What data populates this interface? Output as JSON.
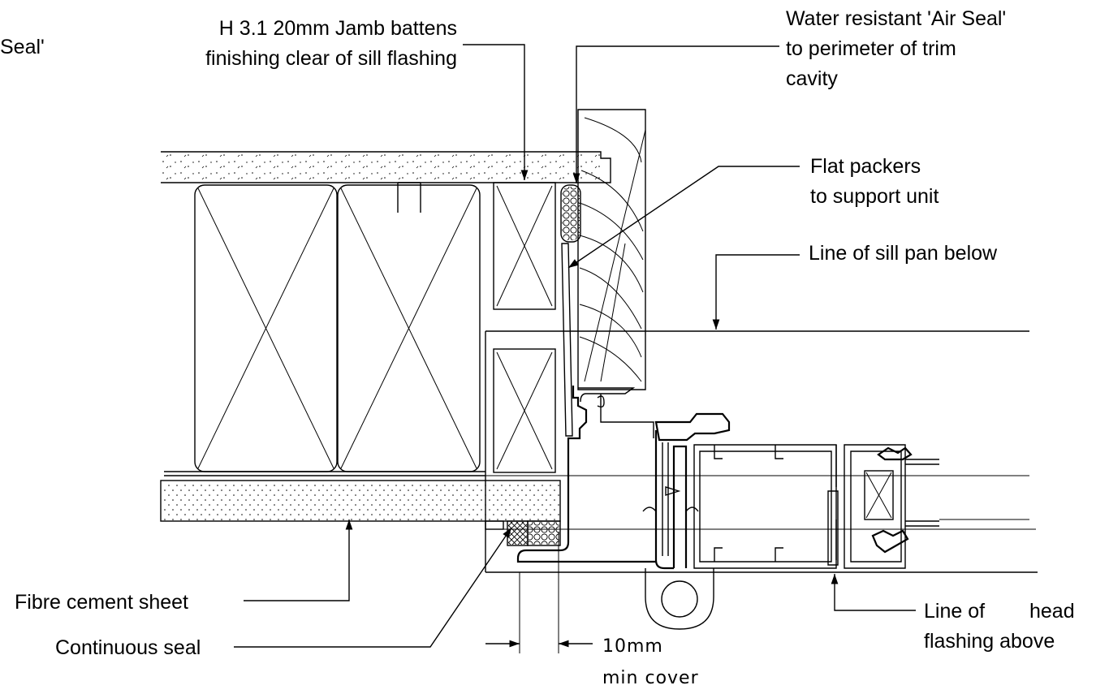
{
  "labels": {
    "partial_left": "Seal'",
    "jamb_battens": [
      "H 3.1 20mm Jamb battens",
      "finishing clear of sill flashing"
    ],
    "air_seal": [
      "Water resistant 'Air Seal'",
      "to perimeter of trim",
      "cavity"
    ],
    "flat_packers": [
      "Flat packers",
      "to support unit"
    ],
    "sill_pan": "Line of sill pan below",
    "fibre_cement": "Fibre cement sheet",
    "continuous_seal": "Continuous seal",
    "dimension": [
      "10mm",
      "min cover"
    ],
    "head_flashing": [
      "Line of",
      "head",
      "flashing above"
    ]
  }
}
